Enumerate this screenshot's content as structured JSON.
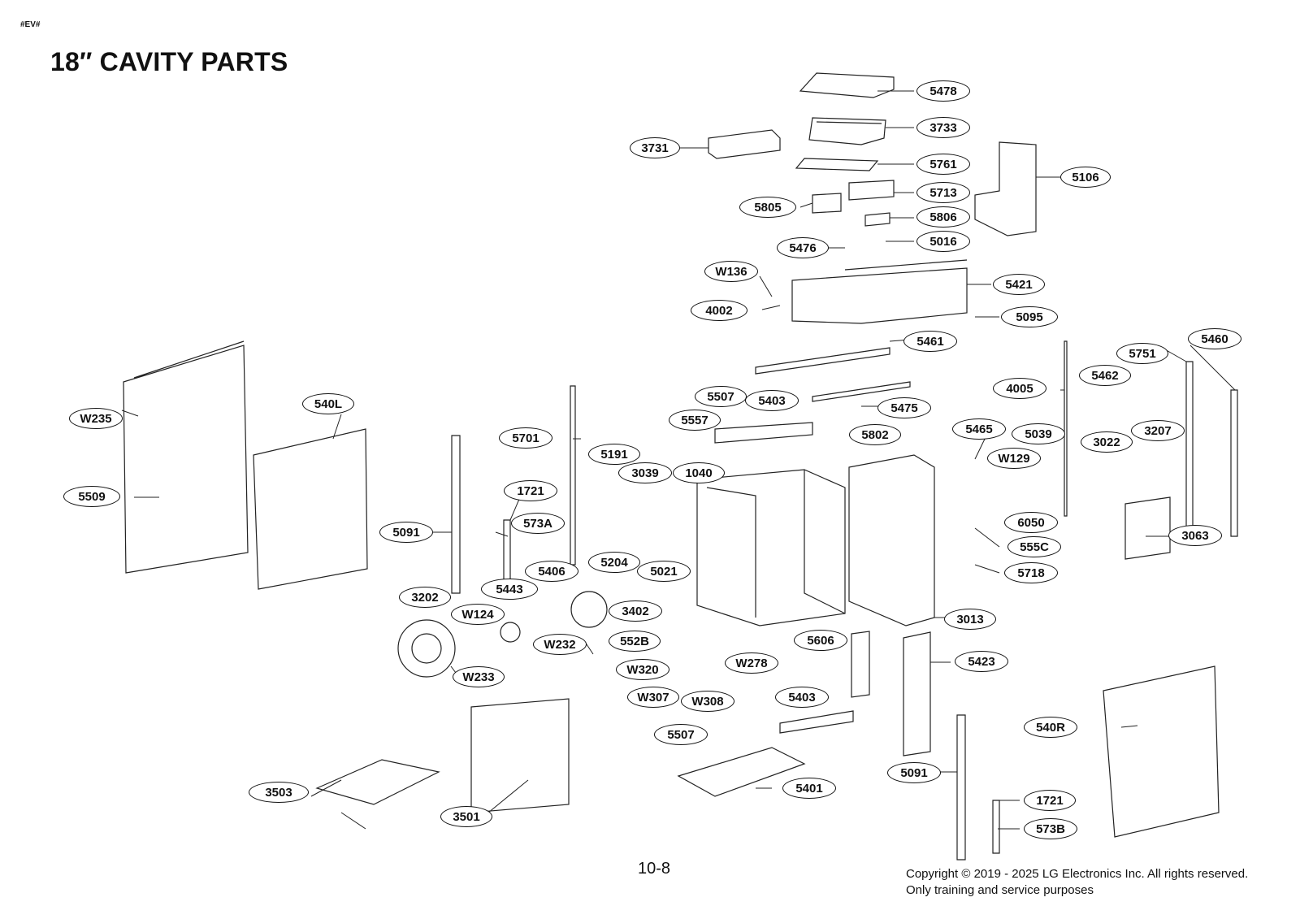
{
  "header": {
    "code": "#EV#",
    "title": "18″ CAVITY PARTS"
  },
  "footer": {
    "page": "10-8",
    "copyright": "Copyright © 2019 - 2025 LG Electronics Inc. All rights reserved.",
    "note": "Only training and service purposes"
  },
  "callouts": [
    "5478",
    "3733",
    "3731",
    "5761",
    "5106",
    "5713",
    "5805",
    "5806",
    "5016",
    "5476",
    "W136",
    "5421",
    "4002",
    "5095",
    "5461",
    "5460",
    "5751",
    "4005",
    "5462",
    "W235",
    "540L",
    "5507",
    "5403",
    "5475",
    "5557",
    "5701",
    "5802",
    "5465",
    "5039",
    "3022",
    "3207",
    "W129",
    "5191",
    "5509",
    "3039",
    "1040",
    "1721",
    "6050",
    "573A",
    "5091",
    "3063",
    "555C",
    "5204",
    "5021",
    "5718",
    "5406",
    "5443",
    "3202",
    "W124",
    "3402",
    "3013",
    "W232",
    "552B",
    "W233",
    "W320",
    "W278",
    "5606",
    "5423",
    "W307",
    "W308",
    "5403",
    "540R",
    "5507",
    "5401",
    "3503",
    "5091",
    "3501",
    "1721",
    "573B"
  ]
}
